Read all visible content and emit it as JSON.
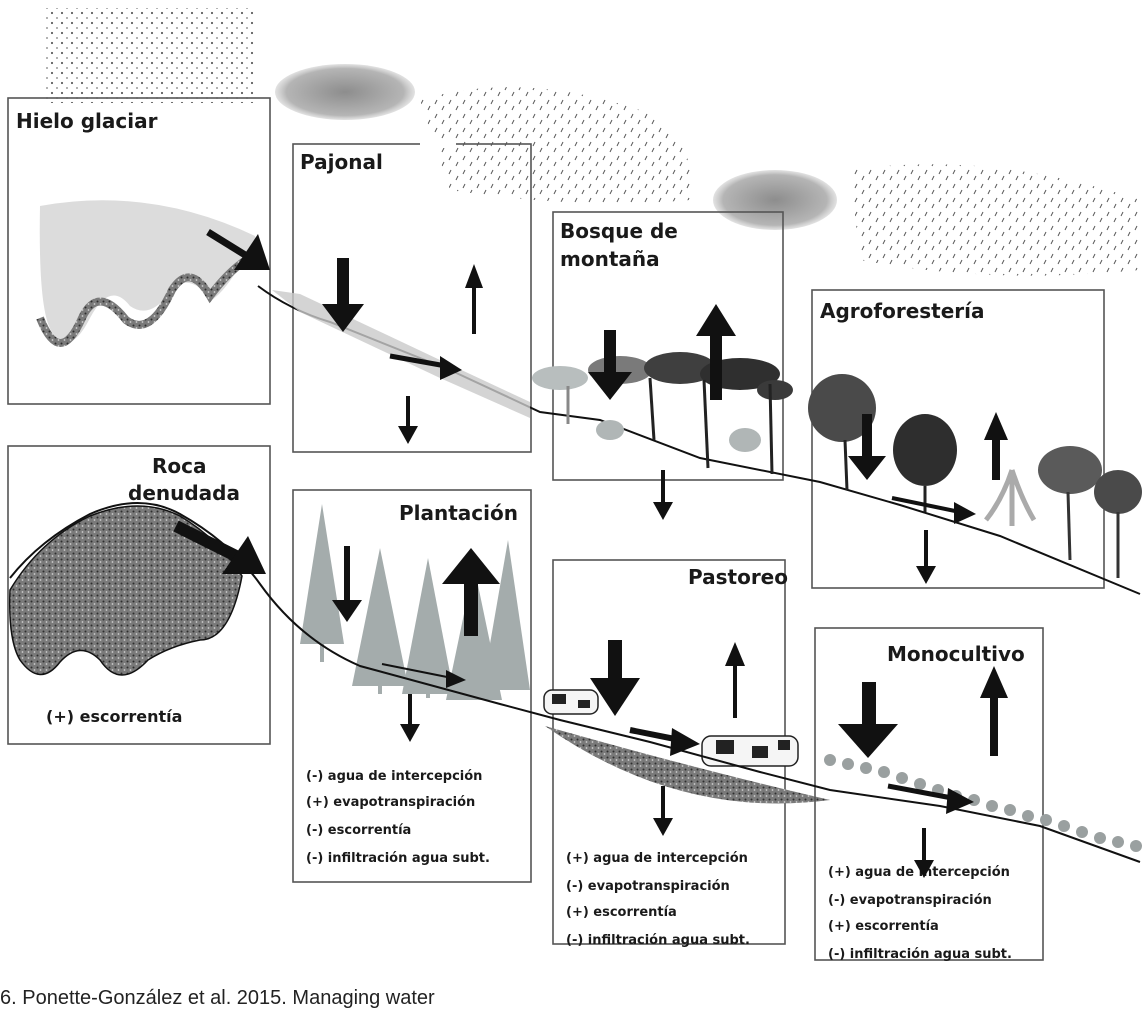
{
  "colors": {
    "frame": "#555555",
    "ground_line": "#111111",
    "glacier_ice": "#dcdcdc",
    "rock": "#6e6e6e",
    "cloud": "#9a9a9a",
    "trees_dark": "#3c3c3c",
    "trees_light": "#9aa0a0",
    "plantation": "#a4acac"
  },
  "panels": {
    "hielo": {
      "title": "Hielo glaciar"
    },
    "pajonal": {
      "title": "Pajonal"
    },
    "bosque": {
      "title_1": "Bosque de",
      "title_2": "montaña"
    },
    "agro": {
      "title": "Agroforestería"
    },
    "roca": {
      "title_1": "Roca",
      "title_2": "denudada",
      "effects": [
        "(+) escorrentía"
      ]
    },
    "plantacion": {
      "title": "Plantación",
      "effects": [
        "(-) agua de intercepción",
        "(+) evapotranspiración",
        "(-) escorrentía",
        "(-) infiltración agua subt."
      ]
    },
    "pastoreo": {
      "title": "Pastoreo",
      "effects": [
        "(+) agua de intercepción",
        "(-)  evapotranspiración",
        "(+) escorrentía",
        "(-) infiltración agua subt."
      ]
    },
    "monocultivo": {
      "title": "Monocultivo",
      "effects": [
        "(+) agua de intercepción",
        "(-)  evapotranspiración",
        "(+) escorrentía",
        "(-) infiltración agua subt."
      ]
    }
  },
  "citation": "6. Ponette-González et al. 2015. Managing water"
}
